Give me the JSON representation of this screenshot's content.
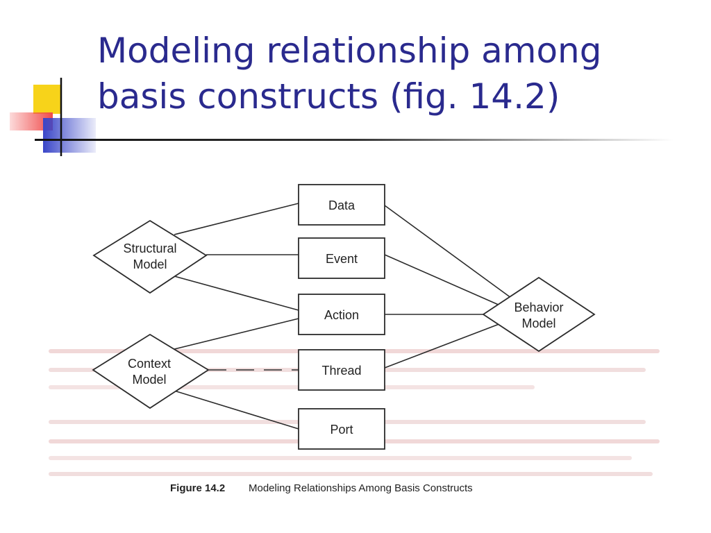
{
  "slide": {
    "title_line1": "Modeling relationship among",
    "title_line2": "basis constructs (fig. 14.2)"
  },
  "colors": {
    "title": "#2a2a8e",
    "deco_yellow": "#f7d31a",
    "deco_red": "#f05050",
    "deco_blue": "#3a46c8"
  },
  "diagram": {
    "boxes": {
      "data": "Data",
      "event": "Event",
      "action": "Action",
      "thread": "Thread",
      "port": "Port"
    },
    "diamonds": {
      "structural": [
        "Structural",
        "Model"
      ],
      "context": [
        "Context",
        "Model"
      ],
      "behavior": [
        "Behavior",
        "Model"
      ]
    },
    "caption_number": "Figure 14.2",
    "caption_text": "Modeling Relationships Among Basis Constructs"
  }
}
